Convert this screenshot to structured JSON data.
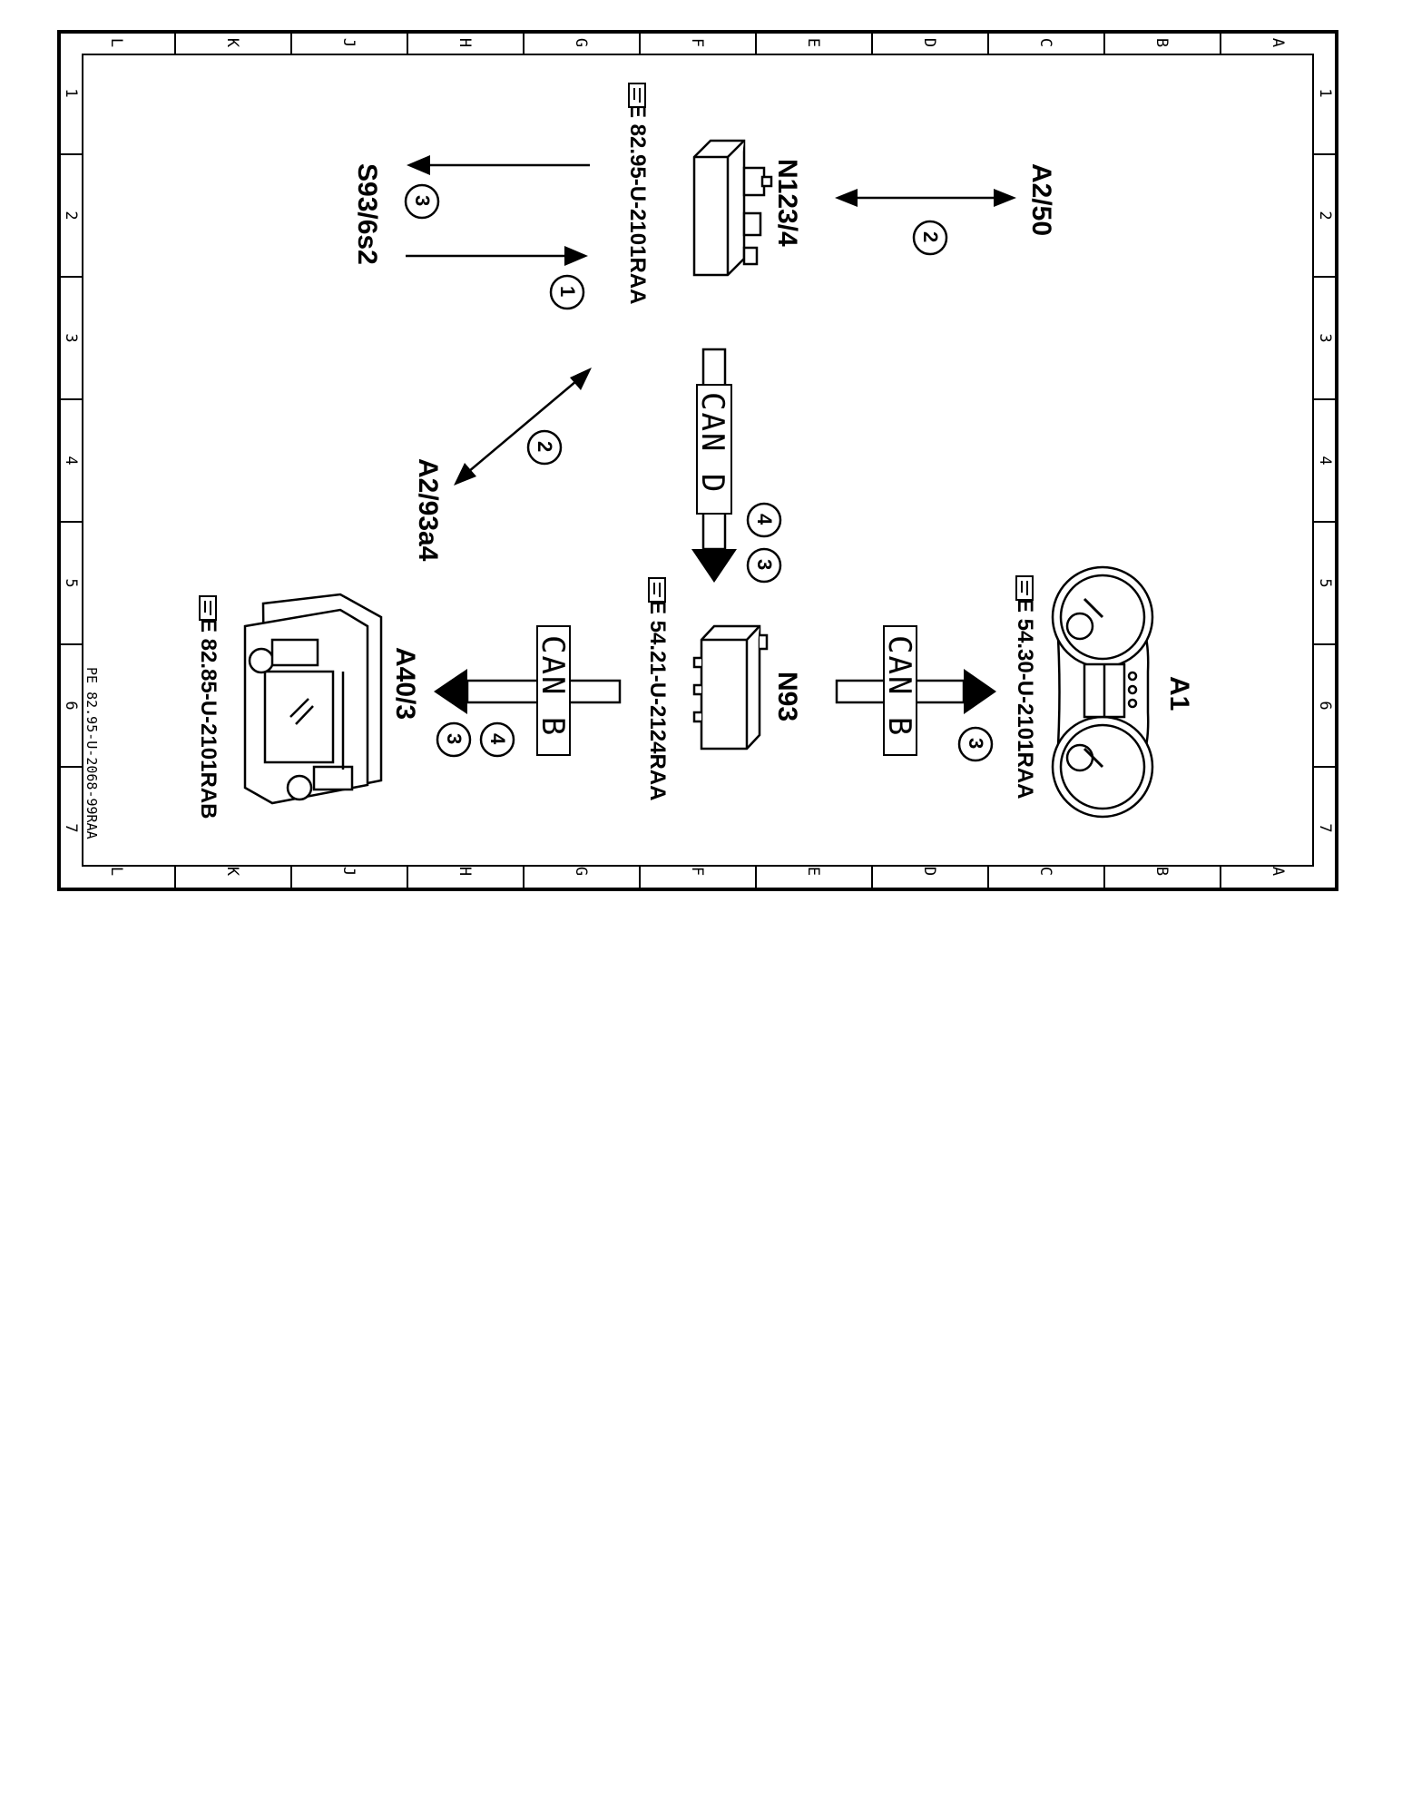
{
  "border": {
    "top_letters": [
      "L",
      "K",
      "J",
      "H",
      "G",
      "F",
      "E",
      "D",
      "C",
      "B",
      "A"
    ],
    "side_numbers": [
      "1",
      "2",
      "3",
      "4",
      "5",
      "6",
      "7"
    ]
  },
  "components": {
    "n123_4": "N123/4",
    "a2_50": "A2/50",
    "s93_6s2": "S93/6s2",
    "a2_93a4": "A2/93a4",
    "n93": "N93",
    "a1": "A1",
    "a40_3": "A40/3"
  },
  "references": {
    "n123_4": "PE  82.95-U-2101RAA",
    "n93": "PE  54.21-U-2124RAA",
    "a1": "PE  54.30-U-2101RAA",
    "a40_3": "PE  82.85-U-2101RAB"
  },
  "buses": {
    "can_d": "CAN D",
    "can_b_left": "CAN B",
    "can_b_right": "CAN B"
  },
  "markers": {
    "s93_out": "3",
    "s93_in": "1",
    "a2_50": "2",
    "a2_93a4": "2",
    "can_d_top": "4",
    "can_d_bottom": "3",
    "can_b_right": "3",
    "can_b_left_top": "4",
    "can_b_left_bottom": "3"
  },
  "footer_code": "PE  82.95-U-2068-99RAA"
}
